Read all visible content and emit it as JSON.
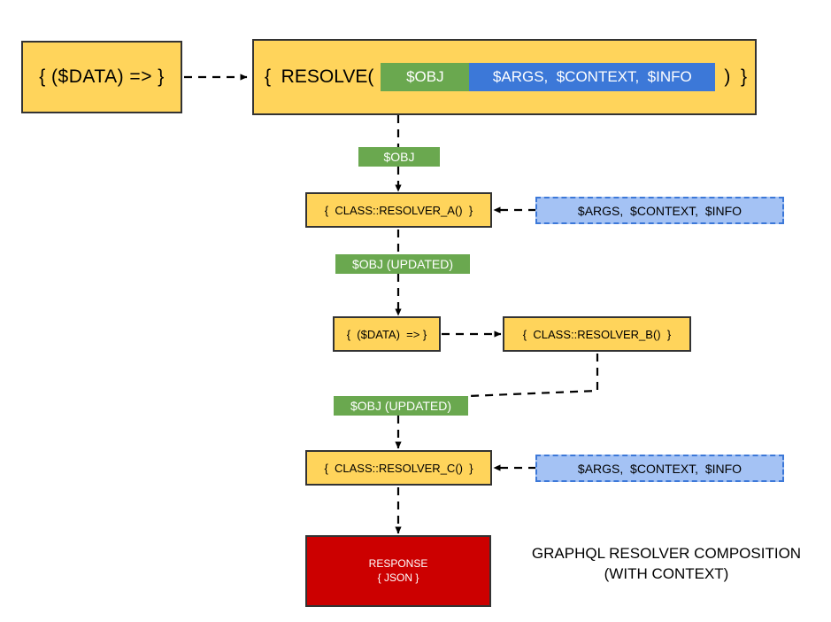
{
  "diagram": {
    "title_line1": "GRAPHQL RESOLVER COMPOSITION",
    "title_line2": "(WITH CONTEXT)",
    "colors": {
      "yellow": "#ffd45b",
      "green": "#6aa84f",
      "blue": "#3c78d8",
      "light_blue": "#a4c2f4",
      "red": "#cc0000",
      "border_dark": "#333333"
    },
    "nodes": {
      "entry_lambda": "{  ($DATA)  => }",
      "resolve": {
        "prefix": "{  RESOLVE(",
        "obj_bar": "$OBJ",
        "args_bar": "$ARGS,  $CONTEXT,  $INFO",
        "suffix": ")  }"
      },
      "label_obj": "$OBJ",
      "resolver_a": "{  CLASS::RESOLVER_A()  }",
      "args_a": "$ARGS,  $CONTEXT,  $INFO",
      "label_obj_updated_1": "$OBJ (UPDATED)",
      "inner_lambda": "{  ($DATA)  => }",
      "resolver_b": "{  CLASS::RESOLVER_B()  }",
      "label_obj_updated_2": "$OBJ (UPDATED)",
      "resolver_c": "{  CLASS::RESOLVER_C()  }",
      "args_c": "$ARGS,  $CONTEXT,  $INFO",
      "response_line1": "RESPONSE",
      "response_line2": "{ JSON }"
    }
  }
}
